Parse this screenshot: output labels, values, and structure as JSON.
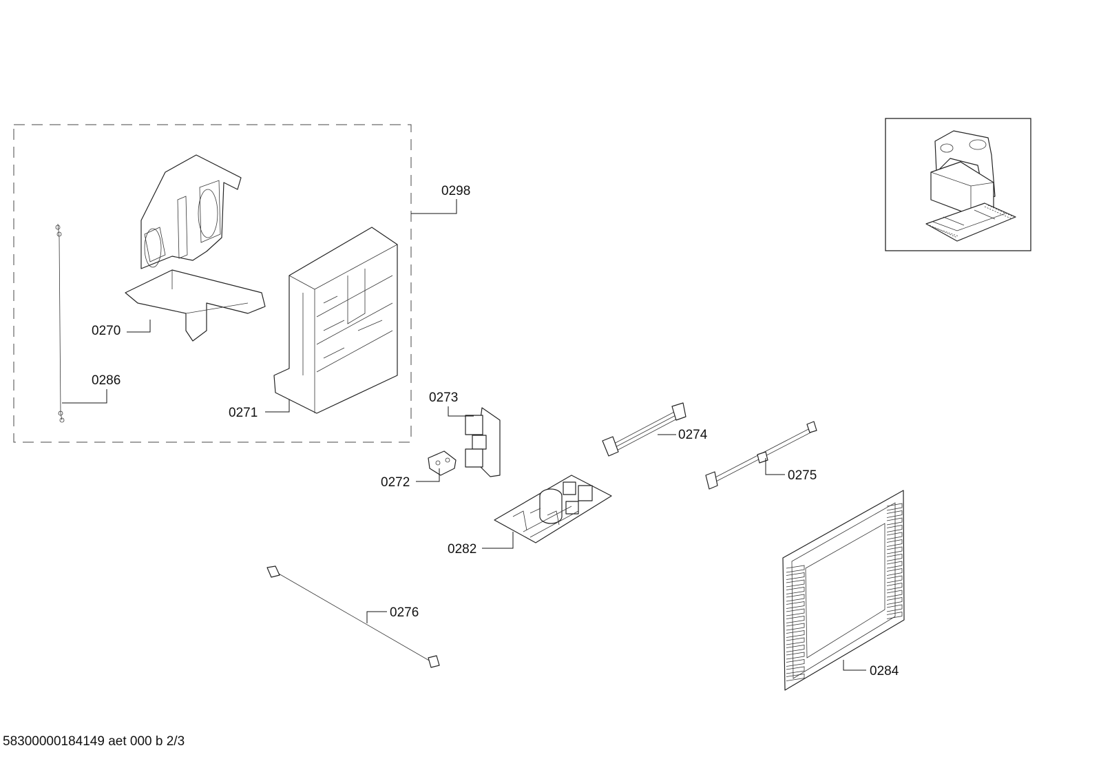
{
  "diagram": {
    "labels": {
      "p0298": "0298",
      "p0270": "0270",
      "p0286": "0286",
      "p0271": "0271",
      "p0273": "0273",
      "p0272": "0272",
      "p0274": "0274",
      "p0275": "0275",
      "p0282": "0282",
      "p0276": "0276",
      "p0284": "0284"
    }
  },
  "footer": {
    "document_id": "58300000184149 aet 000 b 2/3"
  }
}
